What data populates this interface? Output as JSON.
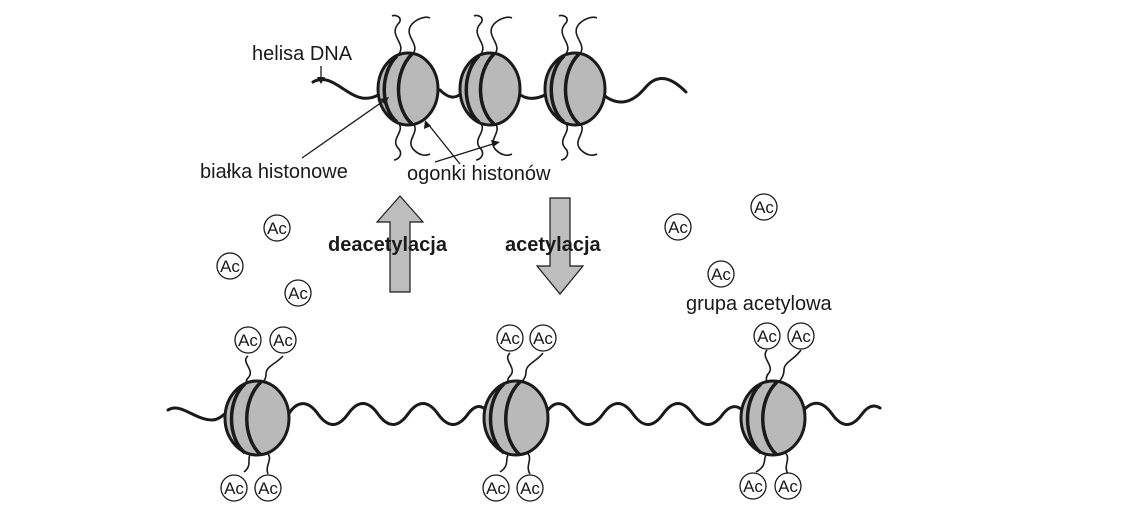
{
  "labels": {
    "dna_helix": "helisa DNA",
    "histone_proteins": "białka histonowe",
    "histone_tails": "ogonki histonów",
    "deacetylation": "deacetylacja",
    "acetylation": "acetylacja",
    "acetyl_group": "grupa acetylowa"
  },
  "acetyl_symbol": "Ac",
  "colors": {
    "stroke": "#1a1a1a",
    "nucleosome_fill": "#b9b9b9",
    "arrow_fill": "#bdbdbd"
  }
}
